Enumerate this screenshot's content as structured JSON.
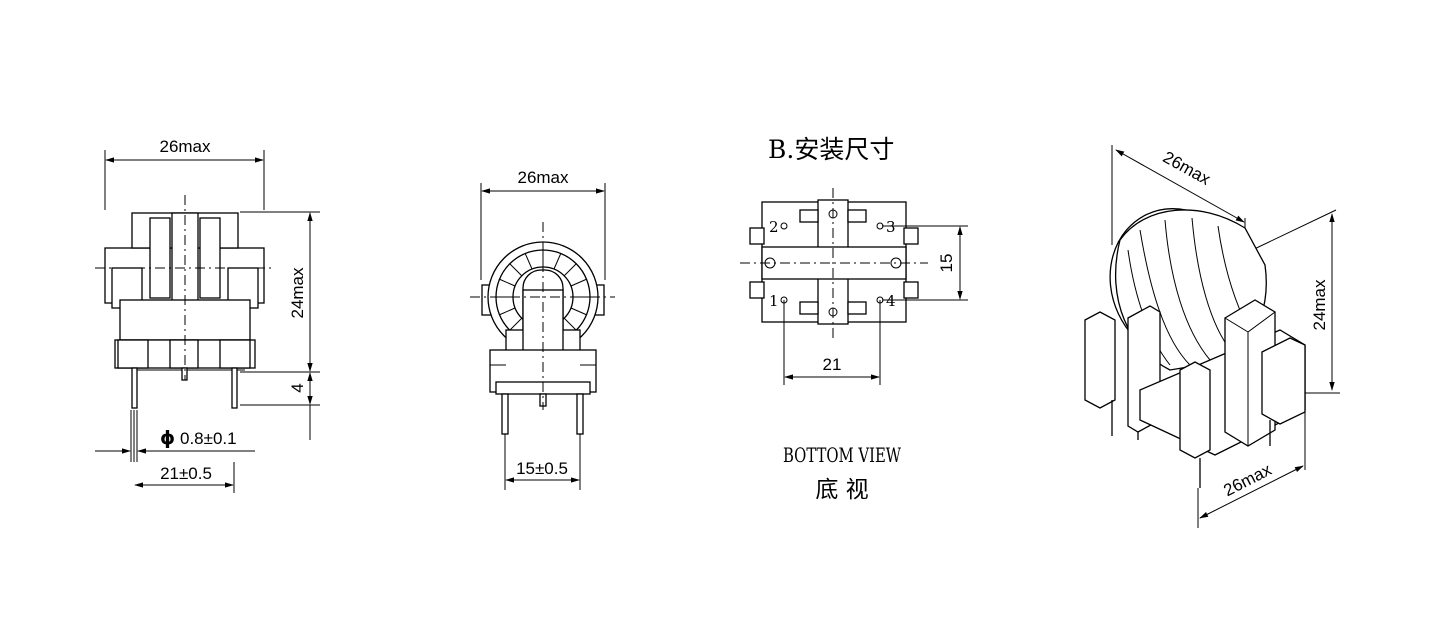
{
  "colors": {
    "ink": "#000000",
    "background": "#ffffff"
  },
  "front_view": {
    "width_label": "26max",
    "height_label": "24max",
    "pin_length_label": "4",
    "pin_diameter_label": "0.8±0.1",
    "pin_diameter_symbol": "ϕ",
    "pin_spacing_label": "21±0.5"
  },
  "side_view": {
    "width_label": "26max",
    "pin_spacing_label": "15±0.5"
  },
  "bottom_view": {
    "title": "B.安装尺寸",
    "pin_labels": [
      "2",
      "3",
      "1",
      "4"
    ],
    "row_spacing_label": "15",
    "column_spacing_label": "21",
    "caption": "BOTTOM VIEW",
    "caption_cn": "底 视"
  },
  "iso_view": {
    "width_label": "26max",
    "height_label": "24max",
    "depth_label": "26max"
  }
}
